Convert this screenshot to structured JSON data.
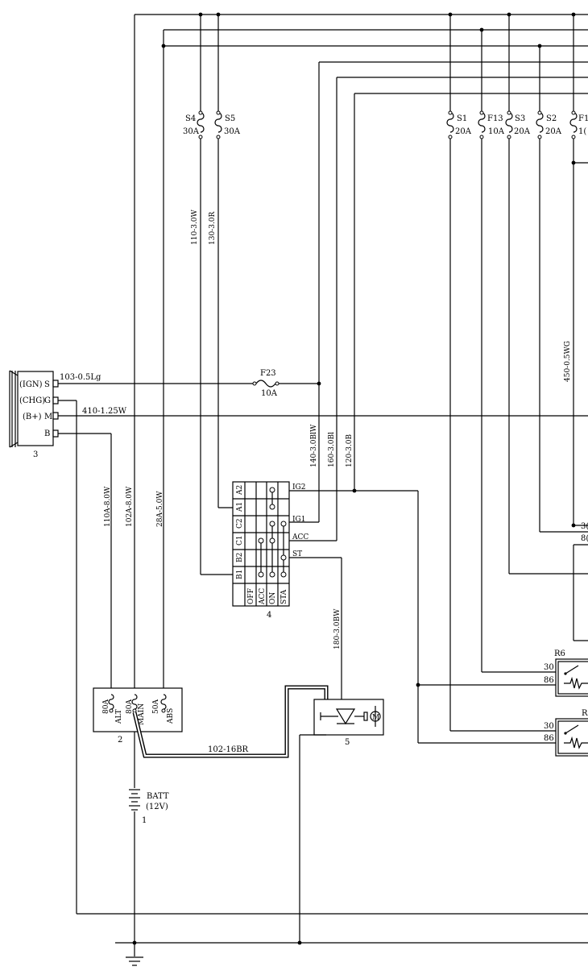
{
  "components": {
    "alternator": {
      "id": "3",
      "terminals": [
        {
          "name": "(IGN)",
          "pin": "S"
        },
        {
          "name": "(CHG)",
          "pin": "G"
        },
        {
          "name": "(B+)",
          "pin": "M"
        },
        {
          "name": "",
          "pin": "B"
        }
      ]
    },
    "fusible_link_block": {
      "id": "2",
      "links": [
        {
          "rating": "80A",
          "name": "ALT"
        },
        {
          "rating": "80A",
          "name": "MAIN"
        },
        {
          "rating": "50A",
          "name": "ABS"
        }
      ]
    },
    "battery": {
      "id": "1",
      "name": "BATT",
      "voltage": "(12V)"
    },
    "ignition_switch": {
      "id": "4",
      "terminals": [
        "A2",
        "A1",
        "C2",
        "C1",
        "B2",
        "B1"
      ],
      "positions": [
        "OFF",
        "ACC",
        "ON",
        "STA"
      ],
      "outputs": [
        "IG2",
        "IG1",
        "ACC",
        "ST"
      ]
    },
    "starter": {
      "id": "5",
      "motor": "M"
    },
    "relays": [
      {
        "name": "R6",
        "pins": [
          "30",
          "86"
        ]
      },
      {
        "name": "R",
        "pins": [
          "30",
          "86"
        ]
      }
    ]
  },
  "fuses": {
    "S4": {
      "name": "S4",
      "rating": "30A"
    },
    "S5": {
      "name": "S5",
      "rating": "30A"
    },
    "S1": {
      "name": "S1",
      "rating": "20A"
    },
    "F13": {
      "name": "F13",
      "rating": "10A"
    },
    "S3": {
      "name": "S3",
      "rating": "20A"
    },
    "S2": {
      "name": "S2",
      "rating": "20A"
    },
    "F1x": {
      "name": "F1",
      "rating": "1("
    },
    "F23": {
      "name": "F23",
      "rating": "10A"
    }
  },
  "wires": {
    "w110_30W": "110-3.0W",
    "w130_30R": "130-3.0R",
    "w450": "450-0.5WG",
    "w103": "103-0.5Lg",
    "w410": "410-1.25W",
    "w140": "140-3.0BlW",
    "w160": "160-3.0Bl",
    "w120": "120-3.0B",
    "w110A": "110A-8.0W",
    "w102A": "102A-8.0W",
    "w28A": "28A-5.0W",
    "w180": "180-3.0BW",
    "w102_16": "102-16BR"
  },
  "edge_labels": {
    "e1": "3(",
    "e2": "8("
  }
}
